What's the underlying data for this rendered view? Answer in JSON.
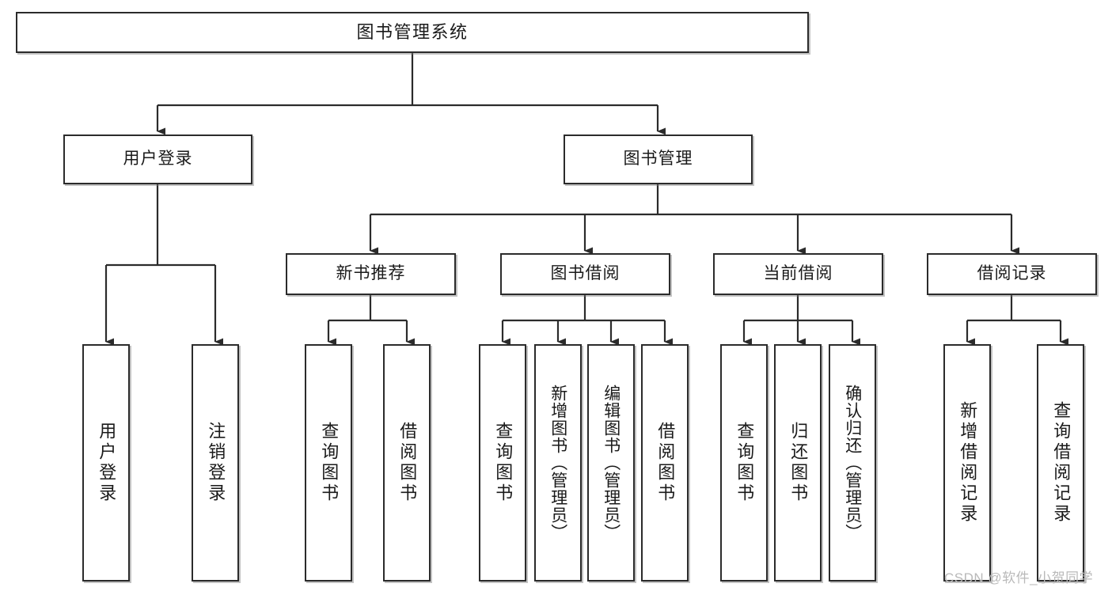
{
  "diagram": {
    "title": "图书管理系统",
    "type": "tree-hierarchy-chart",
    "watermark": "CSDN @软件_小贺同学",
    "colors": {
      "box_border": "#2b2b2b",
      "box_fill": "#ffffff",
      "line": "#2b2b2b",
      "text": "#1a1a1a",
      "watermark": "#b9b9b9",
      "page_background": "#ffffff"
    },
    "root": {
      "label": "图书管理系统"
    },
    "level1": [
      {
        "label": "用户登录"
      },
      {
        "label": "图书管理"
      }
    ],
    "level2": [
      {
        "label": "新书推荐"
      },
      {
        "label": "图书借阅"
      },
      {
        "label": "当前借阅"
      },
      {
        "label": "借阅记录"
      }
    ],
    "leaves": {
      "user_login": [
        {
          "label": "用户登录"
        },
        {
          "label": "注销登录"
        }
      ],
      "new_book_recommend": [
        {
          "label": "查询图书"
        },
        {
          "label": "借阅图书"
        }
      ],
      "book_borrow": [
        {
          "label": "查询图书"
        },
        {
          "label": "新增图书（管理员）"
        },
        {
          "label": "编辑图书（管理员）"
        },
        {
          "label": "借阅图书"
        }
      ],
      "current_borrow": [
        {
          "label": "查询图书"
        },
        {
          "label": "归还图书"
        },
        {
          "label": "确认归还（管理员）"
        }
      ],
      "borrow_records": [
        {
          "label": "新增借阅记录"
        },
        {
          "label": "查询借阅记录"
        }
      ]
    }
  }
}
